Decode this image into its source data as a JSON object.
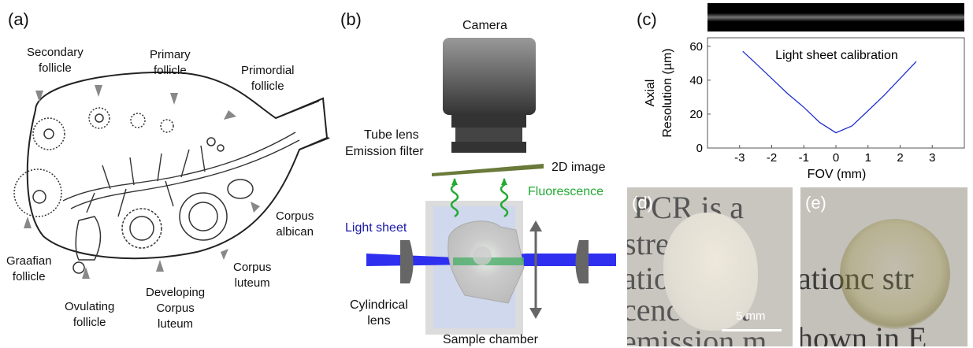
{
  "panels": {
    "a": {
      "label": "(a)",
      "secondary": [
        "Secondary",
        "follicle"
      ],
      "primary": [
        "Primary",
        "follicle"
      ],
      "primordial": [
        "Primordial",
        "follicle"
      ],
      "corpus_albican": [
        "Corpus",
        "albican"
      ],
      "graafian": [
        "Graafian",
        "follicle"
      ],
      "ovulating": [
        "Ovulating",
        "follicle"
      ],
      "developing": [
        "Developing",
        "Corpus",
        "luteum"
      ],
      "luteum": [
        "Corpus",
        "luteum"
      ]
    },
    "b": {
      "label": "(b)",
      "camera": "Camera",
      "tube_lens": "Tube lens",
      "emission_filter": "Emission filter",
      "image_2d": "2D image",
      "fluorescence": "Fluorescence",
      "light_sheet": "Light sheet",
      "cyl_lens": [
        "Cylindrical",
        "lens"
      ],
      "chamber": "Sample chamber",
      "colors": {
        "sheet": "#2f2ff0",
        "fluor": "#22aa33"
      }
    },
    "c": {
      "label": "(c)"
    },
    "d": {
      "label": "(d)",
      "scalebar": "5 mm",
      "bg_lines": [
        "PCR is a",
        "stre    is",
        "atio    e",
        "cence  xcit",
        "emission m"
      ]
    },
    "e": {
      "label": "(e)",
      "bg_lines": [
        "",
        "",
        "ationc str",
        "",
        "hown in E"
      ]
    }
  },
  "chart_data": {
    "type": "line",
    "title": "Light sheet calibration",
    "xlabel": "FOV (mm)",
    "ylabel": [
      "Axial",
      "Resolution (µm)"
    ],
    "xlim": [
      -4,
      4
    ],
    "ylim": [
      0,
      65
    ],
    "xticks": [
      "-3",
      "-2",
      "-1",
      "0",
      "1",
      "2",
      "3"
    ],
    "yticks": [
      "0",
      "20",
      "40",
      "60"
    ],
    "grid": false,
    "series": [
      {
        "color": "#1f2fd0",
        "x": [
          -2.9,
          -2.5,
          -2.0,
          -1.5,
          -1.0,
          -0.5,
          0.0,
          0.5,
          1.0,
          1.5,
          2.0,
          2.5
        ],
        "y": [
          57,
          50,
          41,
          32,
          24,
          15,
          9,
          13,
          22,
          31,
          41,
          51
        ]
      }
    ]
  }
}
